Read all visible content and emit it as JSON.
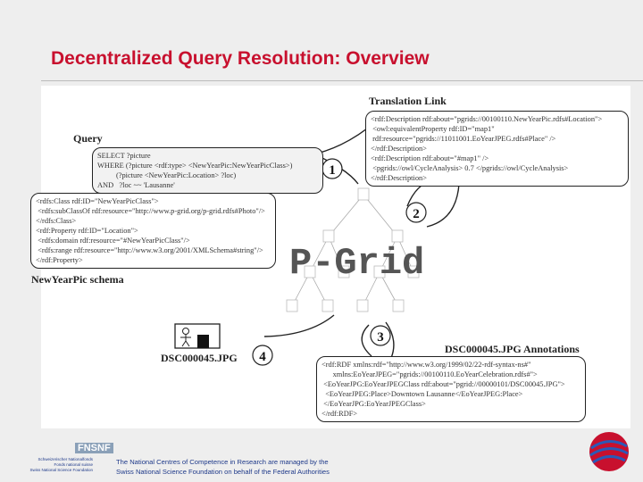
{
  "title": "Decentralized Query Resolution: Overview",
  "figure": {
    "translation_link": {
      "label": "Translation Link",
      "lines": [
        "<rdf:Description rdf:about=\"pgrids://00100110.NewYearPic.rdfs#Location\">",
        " <owl:equivalentProperty rdf:ID=\"map1\"",
        " rdf:resource=\"pgrids://11011001.EoYearJPEG.rdfs#Place\" />",
        "</rdf:Description>",
        "<rdf:Description rdf:about=\"#map1\" />",
        " <pgrids://owl/CycleAnalysis> 0.7 </pgrids://owl/CycleAnalysis>",
        "</rdf:Description>"
      ]
    },
    "query": {
      "label": "Query",
      "lines": [
        "SELECT ?picture",
        "WHERE (?picture <rdf:type> <NewYearPic:NewYearPicClass>)",
        "          (?picture <NewYearPic:Location> ?loc)",
        "AND   ?loc ~~ 'Lausanne'"
      ]
    },
    "schema": {
      "label": "NewYearPic schema",
      "lines": [
        "<rdfs:Class rdf:ID=\"NewYearPicClass\">",
        " <rdfs:subClassOf rdf:resource=\"http://www.p-grid.org/p-grid.rdfs#Photo\"/>",
        "</rdfs:Class>",
        "<rdf:Property rdf:ID=\"Location\">",
        " <rdfs:domain rdf:resource=\"#NewYearPicClass\"/>",
        " <rdfs:range rdf:resource=\"http://www.w3.org/2001/XMLSchema#string\"/>",
        "</rdf:Property>"
      ]
    },
    "pgrid_label": "P-Grid",
    "steps": [
      "1",
      "2",
      "3",
      "4"
    ],
    "image_label": "DSC000045.JPG",
    "annotations": {
      "label": "DSC000045.JPG Annotations",
      "lines": [
        "<rdf:RDF xmlns:rdf=\"http://www.w3.org/1999/02/22-rdf-syntax-ns#\"",
        "      xmlns:EoYearJPEG=\"pgrids://00100110.EoYearCelebration.rdfs#\">",
        " <EoYearJPG:EoYearJPEGClass rdf:about=\"pgrid://00000101/DSC00045.JPG\">",
        "  <EoYearJPEG:Place>Downtown Lausanne</EoYearJPEG:Place>",
        " </EoYearJPG:EoYearJPEGClass>",
        "</rdf:RDF>"
      ]
    }
  },
  "footer": {
    "logo": "FNSNF",
    "logo_lines": [
      "Schweizerischer Nationalfonds",
      "Fonds national suisse",
      "Swiss National Science Foundation"
    ],
    "text": [
      "The National Centres of Competence in Research are managed by the",
      "Swiss National Science Foundation on behalf of the Federal Authorities"
    ]
  }
}
